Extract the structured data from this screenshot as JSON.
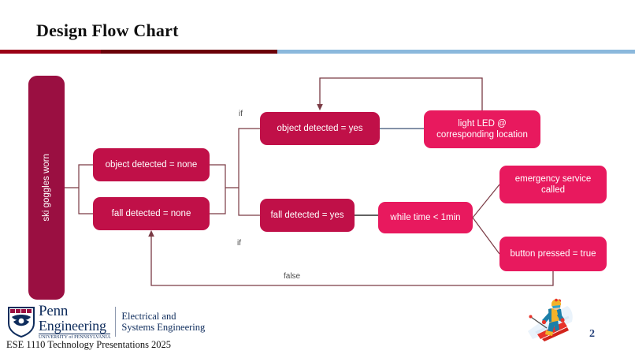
{
  "slide": {
    "title": "Design Flow Chart",
    "page_number": "2",
    "course_line": "ESE 1110 Technology Presentations 2025"
  },
  "header_divider": {
    "segments": [
      {
        "name": "red",
        "color": "#9B0016"
      },
      {
        "name": "dark-maroon",
        "color": "#6B0008"
      },
      {
        "name": "light-blue",
        "color": "#8BB8DC"
      }
    ]
  },
  "colors": {
    "crimson": "#C01048",
    "pink": "#E8195E",
    "deep_maroon": "#9A0F41",
    "connector": "#7A3A44",
    "penn_blue": "#0E2C5C"
  },
  "flowchart": {
    "nodes": {
      "start": "ski goggles worn",
      "object_detected_none": "object detected = none",
      "fall_detected_none": "fall detected = none",
      "object_detected_yes": "object detected = yes",
      "light_led": "light LED @\ncorresponding location",
      "light_led_line1": "light LED @",
      "light_led_line2": "corresponding location",
      "fall_detected_yes": "fall detected = yes",
      "while_time": "while time < 1min",
      "emergency_line1": "emergency service",
      "emergency_line2": "called",
      "button_pressed": "button pressed = true"
    },
    "edge_labels": {
      "if_top": "if",
      "if_bottom": "if",
      "false": "false"
    }
  },
  "footer": {
    "penn_word": "Penn",
    "engineering_word": "Engineering",
    "university_word": "UNIVERSITY of PENNSYLVANIA",
    "department_line1": "Electrical and",
    "department_line2": "Systems Engineering"
  }
}
